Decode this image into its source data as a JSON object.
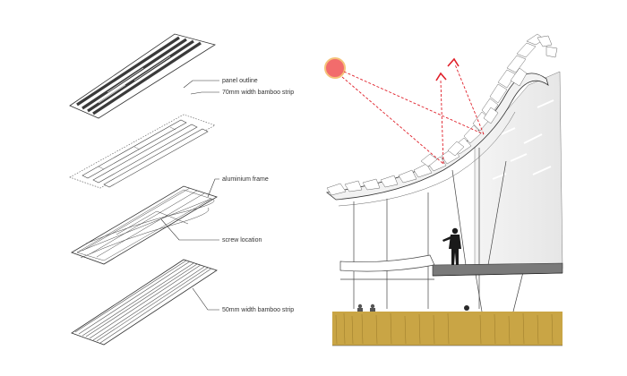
{
  "labels": {
    "panel_outline": "panel outline",
    "bamboo_70": "70mm width bamboo strip",
    "aluminium_frame": "aluminium frame",
    "screw_location": "screw location",
    "bamboo_50": "50mm width bamboo strip"
  },
  "colors": {
    "sun_fill": "#f26c6c",
    "sun_ring": "#f5c27a",
    "ray": "#e0202a",
    "grass": "#c9a545",
    "floor": "#7a7a7a",
    "line": "#333333"
  }
}
